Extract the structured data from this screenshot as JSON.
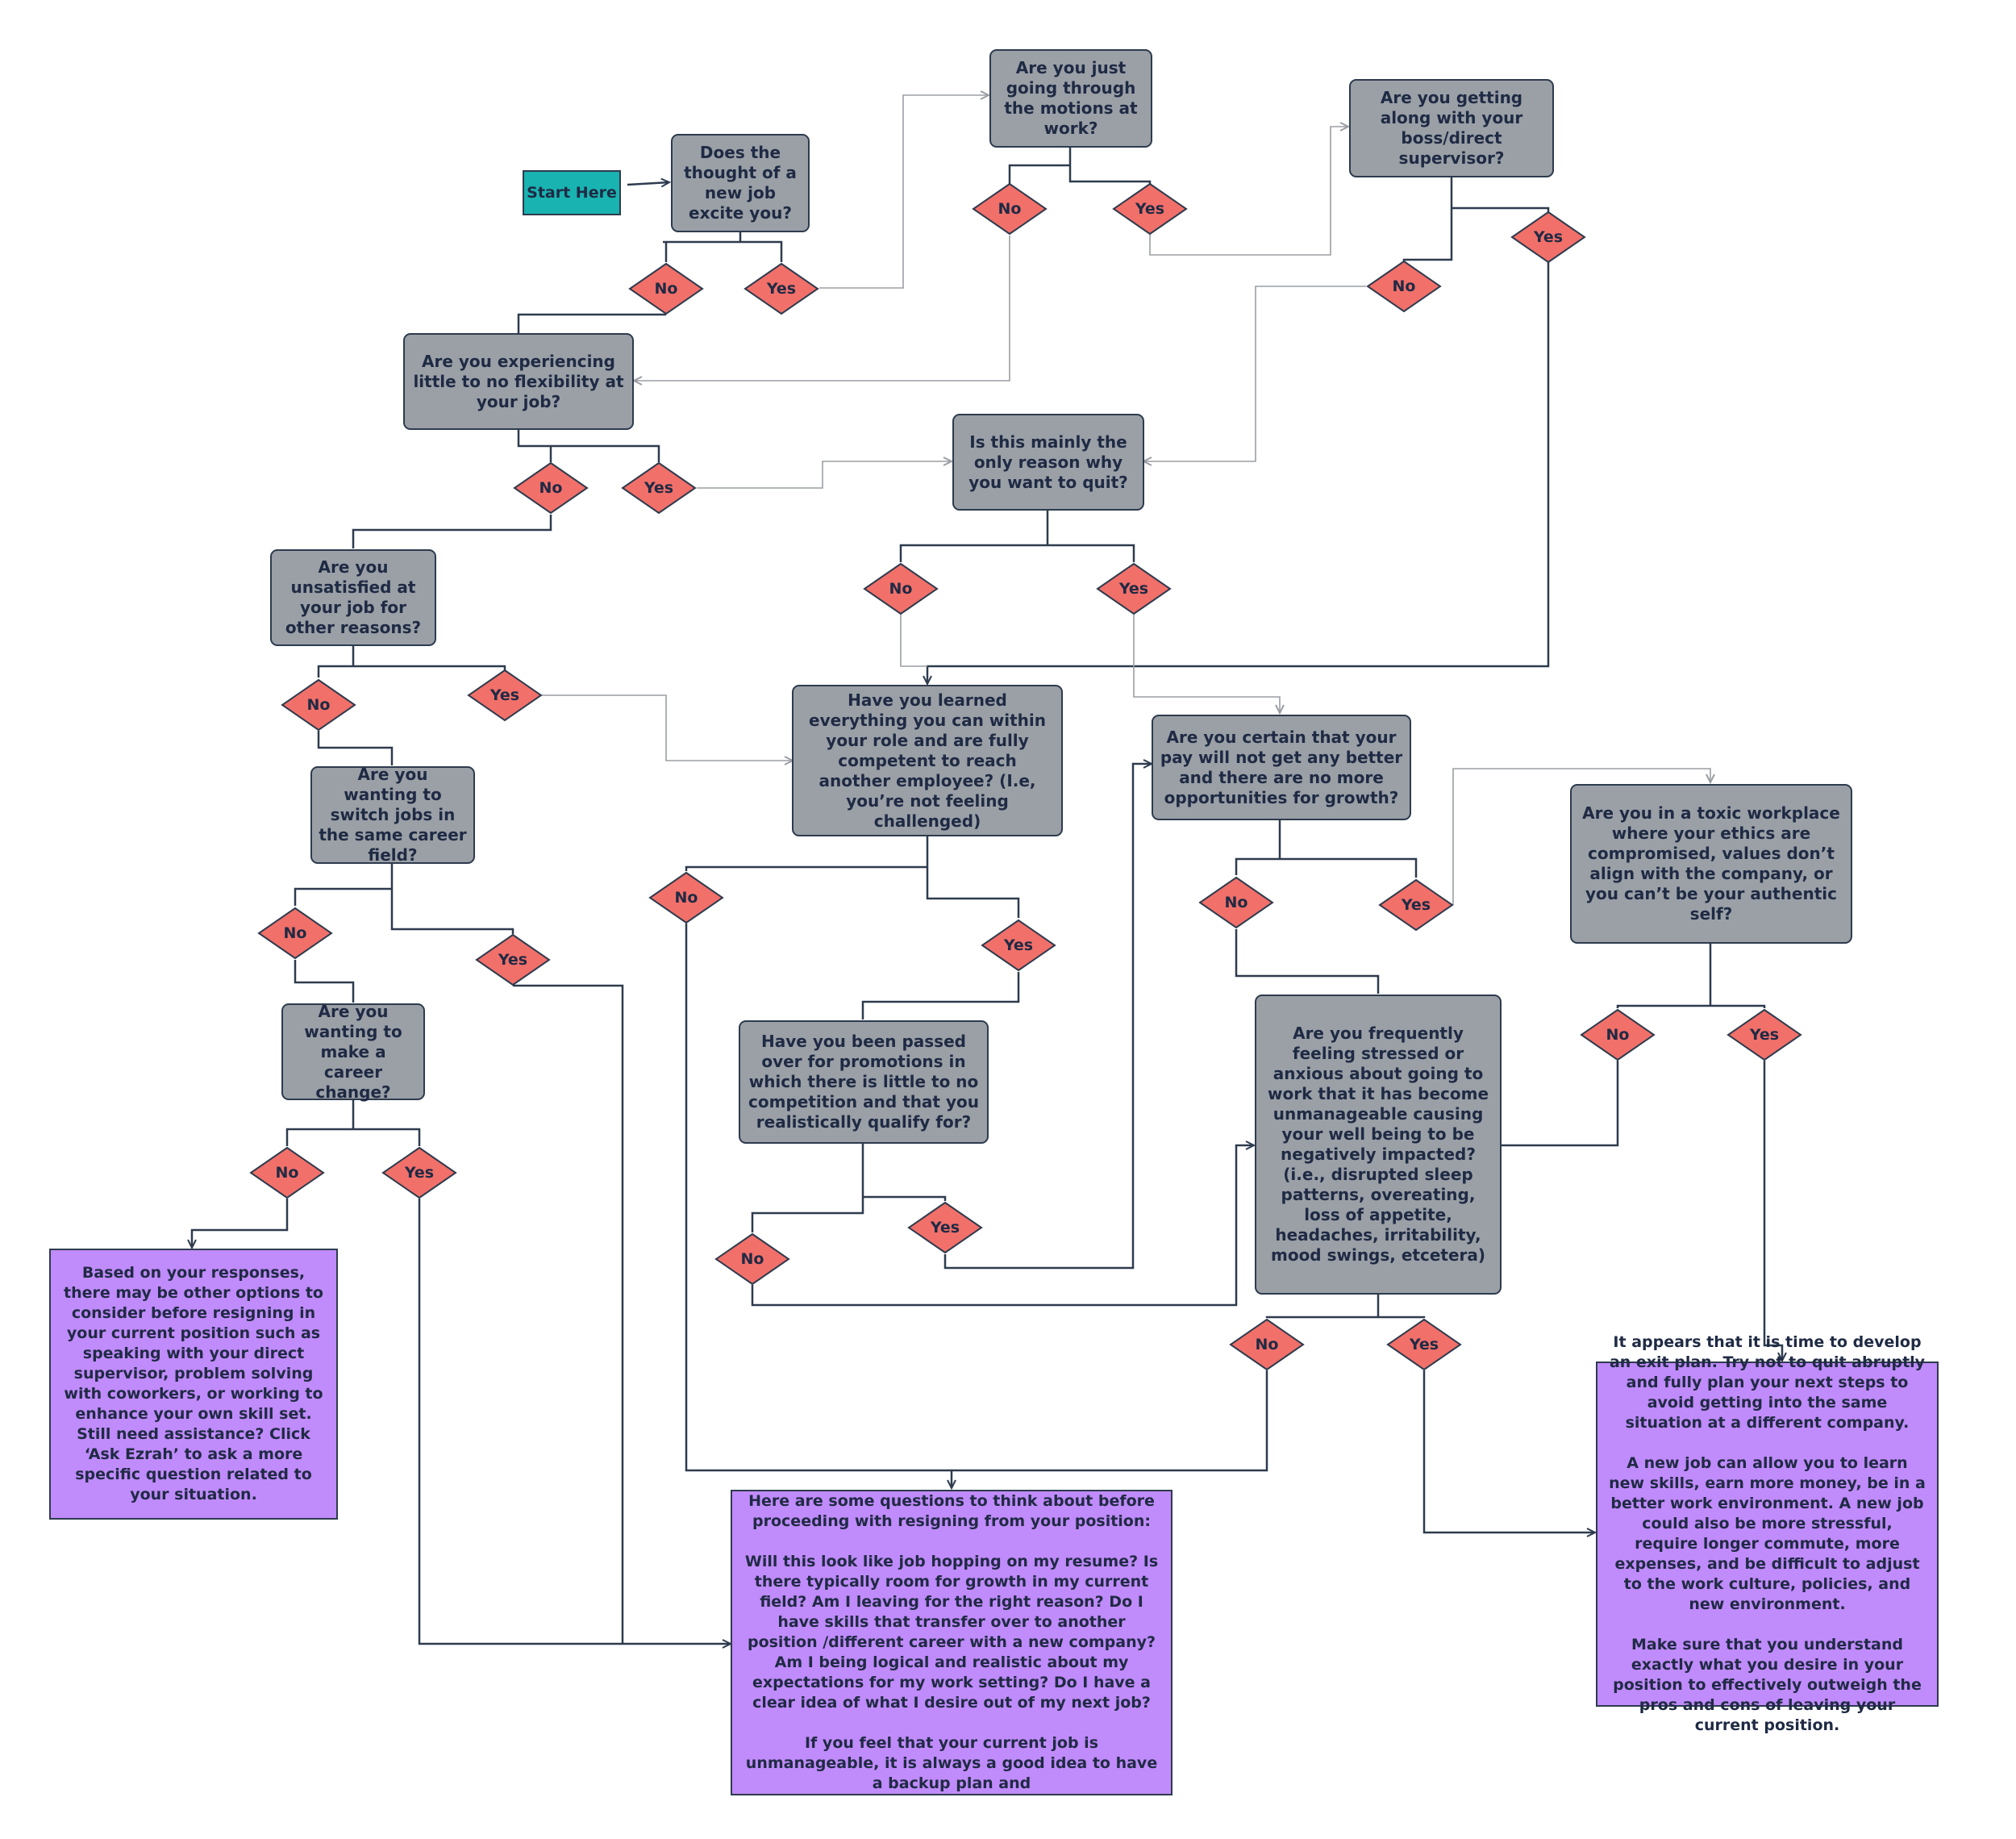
{
  "start": "Start Here",
  "questions": {
    "excite": "Does the thought of a new job excite you?",
    "motions": "Are you just going through the motions at work?",
    "boss": "Are you getting along with your boss/direct supervisor?",
    "flexibility": "Are you experiencing little to no flexibility at your job?",
    "only_reason": "Is this mainly the only reason why you want to quit?",
    "unsatisfied": "Are you unsatisfied at your job for other reasons?",
    "learned": "Have you learned everything you can within your role and are fully competent to reach another employee? (I.e, you’re not feeling challenged)",
    "pay": "Are you certain that your pay will not get any better and there are no more opportunities for growth?",
    "toxic": "Are you in a toxic workplace where your ethics are compromised, values don’t align with the company, or you can’t be your authentic self?",
    "switch": "Are you wanting to switch jobs in the same career field?",
    "career_change": "Are you wanting to make a career change?",
    "passed_over": "Have you been passed over for promotions in which there is little to no competition and that you realistically qualify for?",
    "stressed": "Are you frequently feeling stressed or anxious about going to work that it has become unmanageable causing your well being to be negatively impacted? (i.e., disrupted sleep patterns, overeating, loss of appetite, headaches, irritability, mood swings, etcetera)"
  },
  "results": {
    "other_options": "Based on your responses, there may be other options to consider before resigning in your current position such as speaking with your direct supervisor, problem solving with coworkers, or working to enhance your own skill set. Still need assistance? Click ‘Ask Ezrah’ to ask a more specific question related to your situation.",
    "questions_before": "Here are some questions to think about before proceeding with resigning from your position:\n\nWill this look like job hopping on my resume? Is there typically room for growth in my current field? Am I leaving for the right reason? Do I have skills that transfer over to another position /different career with a new company? Am I being logical and realistic about my expectations for my work setting? Do I have a clear idea of what I desire out of my next job?\n\nIf you feel that your current job is unmanageable, it is always a good idea to have a backup plan and",
    "exit_plan": "It appears that it is time to develop an exit plan. Try not to quit abruptly and fully plan your next steps to avoid getting into the same situation at a different company.\n\nA new job can allow you to learn new skills, earn more money, be in a better work environment. A new job could also be more stressful, require longer commute, more expenses, and be difficult to adjust to the work culture, policies, and new environment.\n\nMake sure that you understand exactly what you desire in your position to effectively outweigh the pros and cons of leaving your current position."
  },
  "labels": {
    "yes": "Yes",
    "no": "No"
  },
  "colors": {
    "question": "#9aa0a6",
    "answer": "#f2706a",
    "result": "#c08bfa",
    "start": "#19b3b1",
    "stroke": "#2e3b4e",
    "connector": "#9a9ea4"
  }
}
